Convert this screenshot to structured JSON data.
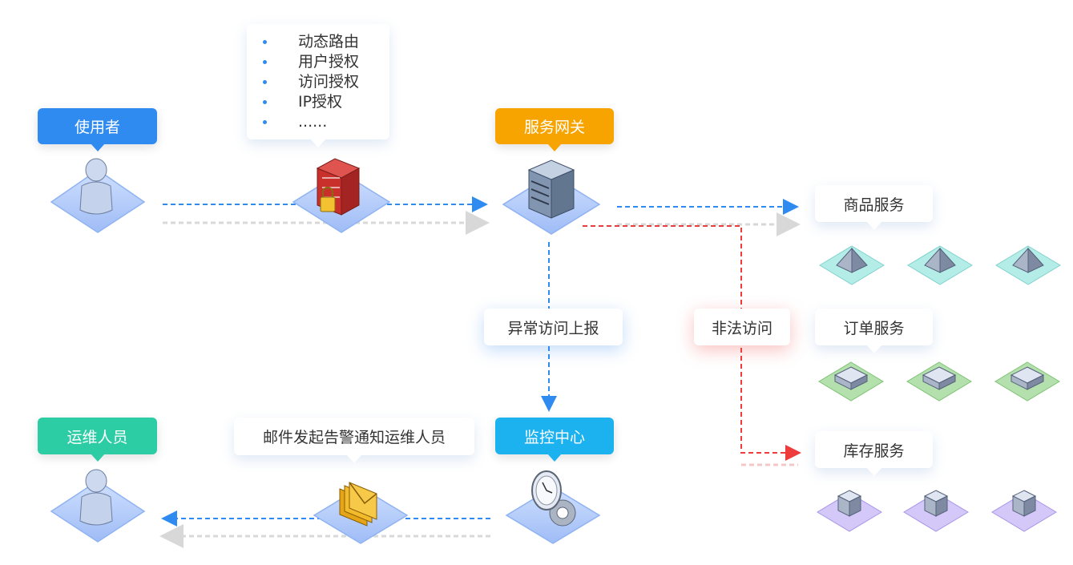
{
  "nodes": {
    "user": {
      "label": "使用者",
      "color": "#2f8bf0"
    },
    "gateway": {
      "label": "服务网关",
      "color": "#f7a400"
    },
    "monitor": {
      "label": "监控中心",
      "color": "#1cb2f0"
    },
    "ops": {
      "label": "运维人员",
      "color": "#2ccca5"
    }
  },
  "firewall_features": [
    "动态路由",
    "用户授权",
    "访问授权",
    "IP授权",
    "......"
  ],
  "labels": {
    "anomaly_report": "异常访问上报",
    "illegal_access": "非法访问",
    "email_alert": "邮件发起告警通知运维人员"
  },
  "services": [
    {
      "label": "商品服务",
      "color": "#9ee0dc",
      "icon": "pyramid-icon"
    },
    {
      "label": "订单服务",
      "color": "#a8dba0",
      "icon": "slab-icon"
    },
    {
      "label": "库存服务",
      "color": "#c6b8f5",
      "icon": "cube-icon"
    }
  ],
  "colors": {
    "arrow_blue": "#2f8bf0",
    "arrow_red": "#ee3b3b",
    "arrow_grey": "#d8d8d8"
  }
}
